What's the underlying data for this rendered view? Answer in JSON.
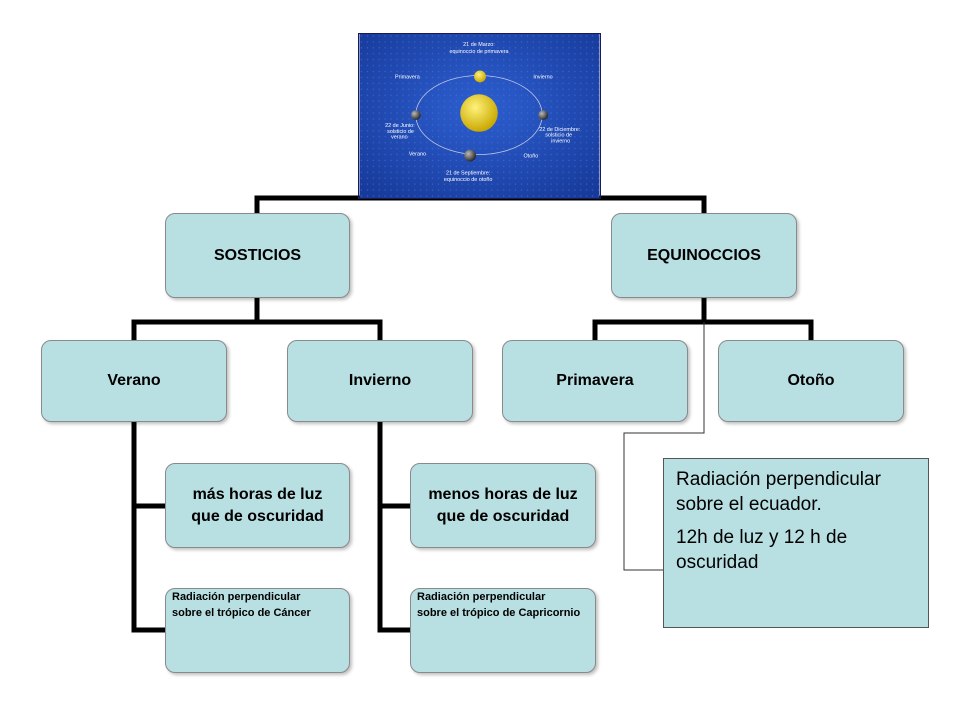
{
  "image": {
    "top": "21 de Marzo:",
    "top2": "equinoccio de primavera",
    "primavera": "Primavera",
    "invierno": "Invierno",
    "junio1": "22 de Junio:",
    "junio2": "solsticio de",
    "junio3": "verano",
    "dic1": "22 de Diciembre:",
    "dic2": "solsticio de",
    "dic3": "invierno",
    "verano": "Verano",
    "otono": "Otoño",
    "sep1": "21 de Septiembre:",
    "sep2": "equinoccio de otoño"
  },
  "nodes": {
    "solsticios": "SOSTICIOS",
    "equinoccios": "EQUINOCCIOS",
    "verano": "Verano",
    "invierno": "Invierno",
    "primavera": "Primavera",
    "otono": "Otoño",
    "verano_luz_1": "más horas de luz",
    "verano_luz_2": "que de oscuridad",
    "invierno_luz_1": "menos horas de luz",
    "invierno_luz_2": "que de oscuridad",
    "verano_rad_1": "Radiación perpendicular",
    "verano_rad_2": "sobre el trópico de Cáncer",
    "invierno_rad_1": "Radiación perpendicular",
    "invierno_rad_2": "sobre el trópico de Capricornio"
  },
  "note": {
    "line1": "Radiación perpendicular sobre el ecuador.",
    "line2": "12h de luz y 12 h de oscuridad"
  },
  "colors": {
    "box_fill": "#b8dfe2",
    "connector": "#000000",
    "image_bg": "#1f3fa8",
    "sun": "#e8d21a"
  }
}
